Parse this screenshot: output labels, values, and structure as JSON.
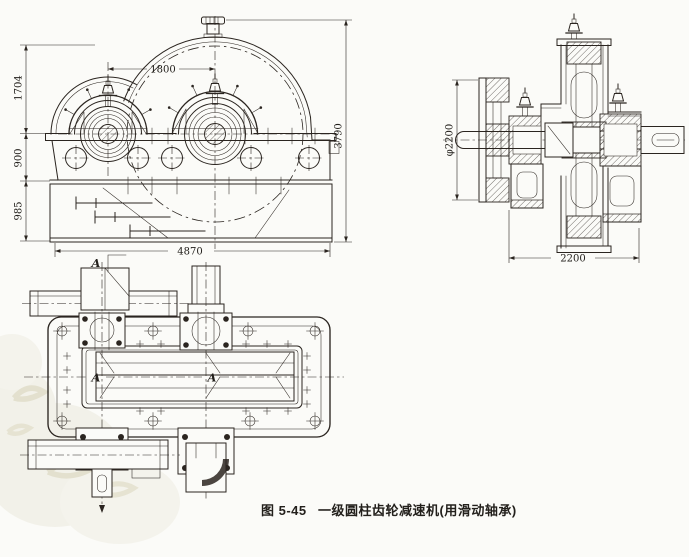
{
  "caption": {
    "figure_label": "图 5-45",
    "figure_title": "一级圆柱齿轮减速机(用滑动轴承)"
  },
  "front_view": {
    "dims": {
      "height_upper": "1704",
      "height_mid": "900",
      "height_base": "985",
      "center_distance": "1800",
      "overall_height": "3790",
      "overall_length": "4870"
    }
  },
  "side_view": {
    "dims": {
      "gear_diameter": "φ2200",
      "housing_width": "2200"
    }
  },
  "plan_view": {
    "section_label": "A",
    "section_mark_left": "A",
    "section_mark_right": "A"
  },
  "colors": {
    "ink": "#2b2520",
    "paper": "#fbfbf8",
    "watermark": "#f2f1e9"
  }
}
